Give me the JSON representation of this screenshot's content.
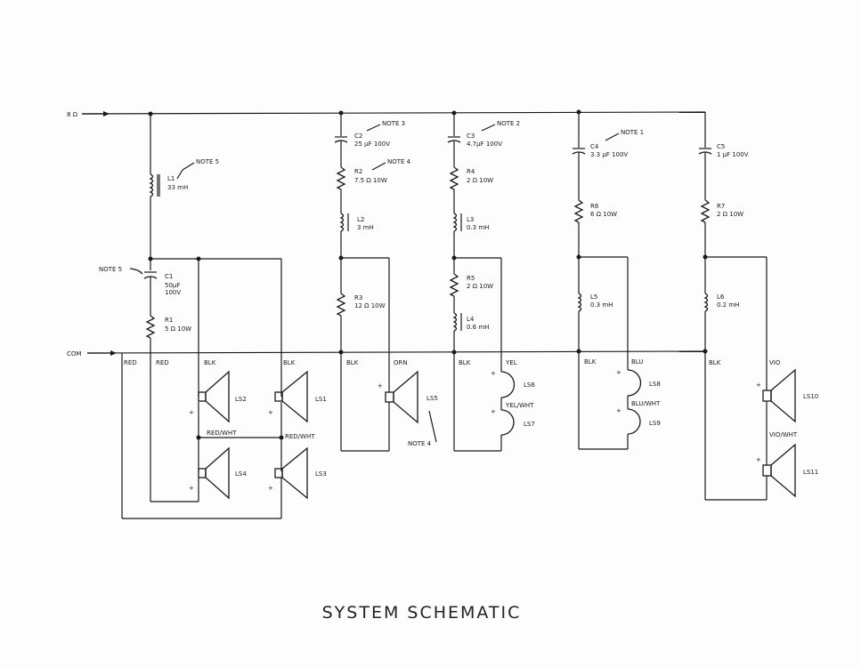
{
  "title": "SYSTEM SCHEMATIC",
  "terminals": {
    "input": "8 Ω",
    "common": "COM"
  },
  "notes": {
    "n1": "NOTE 1",
    "n2": "NOTE 2",
    "n3": "NOTE 3",
    "n4": "NOTE 4",
    "n4b": "NOTE 4",
    "n5a": "NOTE 5",
    "n5b": "NOTE 5"
  },
  "components": {
    "L1": {
      "ref": "L1",
      "value": "33 mH"
    },
    "C1": {
      "ref": "C1",
      "value": "50µF",
      "value2": "100V"
    },
    "R1": {
      "ref": "R1",
      "value": "5 Ω 10W"
    },
    "C2": {
      "ref": "C2",
      "value": "25 µF 100V"
    },
    "R2": {
      "ref": "R2",
      "value": "7.5 Ω 10W"
    },
    "L2": {
      "ref": "L2",
      "value": "3 mH"
    },
    "R3": {
      "ref": "R3",
      "value": "12 Ω 10W"
    },
    "C3": {
      "ref": "C3",
      "value": "4.7µF 100V"
    },
    "R4": {
      "ref": "R4",
      "value": "2 Ω 10W"
    },
    "L3": {
      "ref": "L3",
      "value": "0.3 mH"
    },
    "R5": {
      "ref": "R5",
      "value": "2 Ω 10W"
    },
    "L4": {
      "ref": "L4",
      "value": "0.6 mH"
    },
    "C4": {
      "ref": "C4",
      "value": "3.3 µF 100V"
    },
    "R6": {
      "ref": "R6",
      "value": "6 Ω 10W"
    },
    "L5": {
      "ref": "L5",
      "value": "0.3 mH"
    },
    "C5": {
      "ref": "C5",
      "value": "1 µF 100V"
    },
    "R7": {
      "ref": "R7",
      "value": "2 Ω 10W"
    },
    "L6": {
      "ref": "L6",
      "value": "0.2 mH"
    }
  },
  "speakers": {
    "LS1": "LS1",
    "LS2": "LS2",
    "LS3": "LS3",
    "LS4": "LS4",
    "LS5": "LS5",
    "LS6": "LS6",
    "LS7": "LS7",
    "LS8": "LS8",
    "LS9": "LS9",
    "LS10": "LS10",
    "LS11": "LS11"
  },
  "wire_colors": {
    "red1": "RED",
    "red2": "RED",
    "blk1": "BLK",
    "blk2": "BLK",
    "blk3": "BLK",
    "orn": "ORN",
    "blk4": "BLK",
    "yel": "YEL",
    "yelwht": "YEL/WHT",
    "blk5": "BLK",
    "blu": "BLU",
    "bluwht": "BLU/WHT",
    "blk6": "BLK",
    "vio": "VIO",
    "viowht": "VIO/WHT",
    "redwht1": "RED/WHT",
    "redwht2": "RED/WHT"
  },
  "polarity": "+",
  "colors": {
    "ink": "#1a1a1a",
    "paper": "#fdfdfd"
  }
}
